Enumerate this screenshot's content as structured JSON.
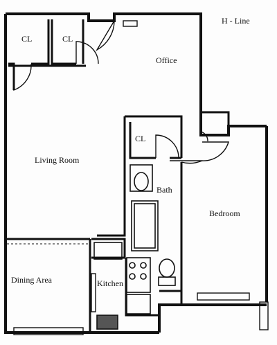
{
  "plan": {
    "line": "H - Line",
    "rooms": {
      "closet_1": "CL",
      "closet_2": "CL",
      "closet_3": "CL",
      "office": "Office",
      "living_room": "Living Room",
      "bath": "Bath",
      "bedroom": "Bedroom",
      "dining_area": "Dining Area",
      "kitchen": "Kitchen"
    }
  }
}
